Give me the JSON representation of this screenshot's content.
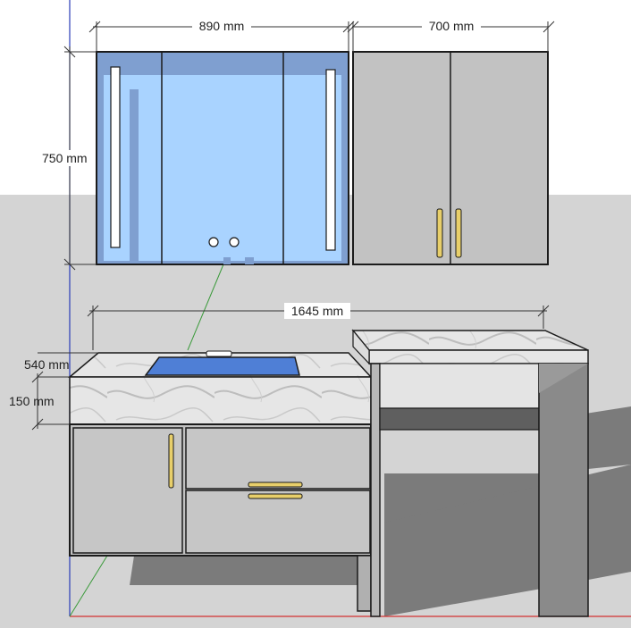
{
  "dimensions": {
    "mirror_width": "890 mm",
    "cabinet_width": "700 mm",
    "upper_height": "750 mm",
    "vanity_width": "1645 mm",
    "counter_depth": "540 mm",
    "counter_thickness": "150 mm"
  },
  "colors": {
    "sky": "#ffffff",
    "ground": "#d4d4d4",
    "shadow": "#7b7b7b",
    "cabinet_panel": "#c2c2c2",
    "cabinet_dark": "#7a7a7a",
    "mirror_glass": "#a9d3ff",
    "mirror_frame": "#6e8fbf",
    "marble": "#e8e8e8",
    "basin": "#4f7fd6",
    "handle": "#e8cf6a",
    "outline": "#1b1b1b",
    "dimension_line": "#333333"
  }
}
